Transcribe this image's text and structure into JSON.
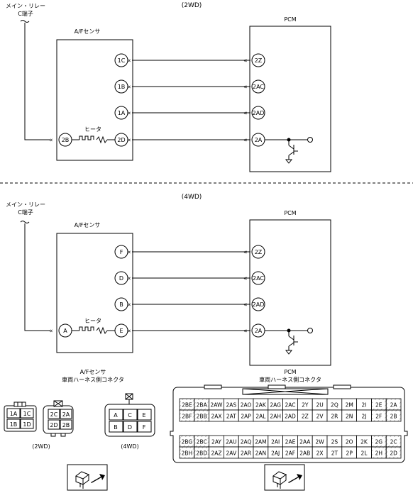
{
  "wd2": {
    "title": "(2WD)",
    "main_relay_label_1": "メイン・リレー",
    "main_relay_label_2": "C端子",
    "sensor_title": "A/Fセンサ",
    "pcm_title": "PCM",
    "heater_label": "ヒータ",
    "sensor_pins": [
      "1C",
      "1B",
      "1A",
      "2D"
    ],
    "sensor_in_pin": "2B",
    "pcm_pins": [
      "2Z",
      "2AC",
      "2AD",
      "2A"
    ]
  },
  "wd4": {
    "title": "(4WD)",
    "main_relay_label_1": "メイン・リレー",
    "main_relay_label_2": "C端子",
    "sensor_title": "A/Fセンサ",
    "pcm_title": "PCM",
    "heater_label": "ヒータ",
    "sensor_pins": [
      "F",
      "D",
      "B",
      "E"
    ],
    "sensor_in_pin": "A",
    "pcm_pins": [
      "2Z",
      "2AC",
      "2AD",
      "2A"
    ]
  },
  "sensor_connector": {
    "title_1": "A/Fセンサ",
    "title_2": "車両ハーネス側コネクタ",
    "wd2_small": [
      [
        "1A",
        "1C"
      ],
      [
        "1B",
        "1D"
      ]
    ],
    "wd2_large": [
      [
        "2C",
        "2A"
      ],
      [
        "2D",
        "2B"
      ]
    ],
    "wd2_caption": "(2WD)",
    "wd4": [
      [
        "A",
        "C",
        "E"
      ],
      [
        "B",
        "D",
        "F"
      ]
    ],
    "wd4_caption": "(4WD)"
  },
  "pcm_connector": {
    "title_1": "PCM",
    "title_2": "車両ハーネス側コネクタ",
    "upper_rows": [
      [
        "2BE",
        "2BA",
        "2AW",
        "2AS",
        "2AO",
        "2AK",
        "2AG",
        "2AC",
        "2Y",
        "2U",
        "2Q",
        "2M",
        "2I",
        "2E",
        "2A"
      ],
      [
        "2BF",
        "2BB",
        "2AX",
        "2AT",
        "2AP",
        "2AL",
        "2AH",
        "2AD",
        "2Z",
        "2V",
        "2R",
        "2N",
        "2J",
        "2F",
        "2B"
      ]
    ],
    "lower_rows": [
      [
        "2BG",
        "2BC",
        "2AY",
        "2AU",
        "2AQ",
        "2AM",
        "2AI",
        "2AE",
        "2AA",
        "2W",
        "2S",
        "2O",
        "2K",
        "2G",
        "2C"
      ],
      [
        "2BH",
        "2BD",
        "2AZ",
        "2AV",
        "2AR",
        "2AN",
        "2AJ",
        "2AF",
        "2AB",
        "2X",
        "2T",
        "2P",
        "2L",
        "2H",
        "2D"
      ]
    ]
  }
}
